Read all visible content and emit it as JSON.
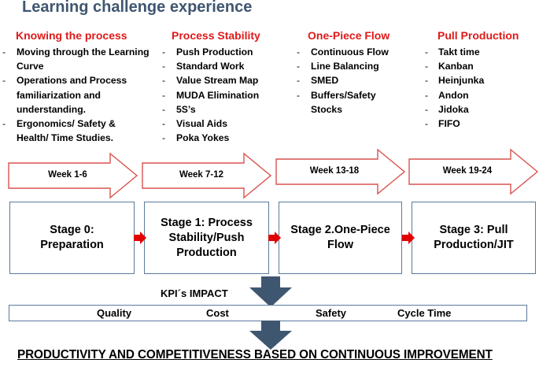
{
  "title": "Learning challenge experience",
  "columns": [
    {
      "heading": "Knowing the process",
      "items": [
        "Moving through the Learning Curve",
        "Operations and Process familiarization and understanding.",
        "Ergonomics/ Safety & Health/ Time Studies."
      ]
    },
    {
      "heading": "Process Stability",
      "items": [
        "Push Production",
        "Standard Work",
        "Value Stream Map",
        "MUDA Elimination",
        "5S’s",
        "Visual Aids",
        "Poka Yokes"
      ]
    },
    {
      "heading": "One-Piece Flow",
      "items": [
        "Continuous Flow",
        "Line Balancing",
        "SMED",
        "Buffers/Safety Stocks"
      ]
    },
    {
      "heading": "Pull Production",
      "items": [
        "Takt time",
        "Kanban",
        "Heinjunka",
        "Andon",
        "Jidoka",
        "FIFO"
      ]
    }
  ],
  "weeks": [
    "Week 1-6",
    "Week 7-12",
    "Week 13-18",
    "Week 19-24"
  ],
  "stages": [
    "Stage 0: Preparation",
    "Stage 1: Process Stability/Push Production",
    "Stage 2.One-Piece Flow",
    "Stage 3: Pull Production/JIT"
  ],
  "kpi": {
    "label": "KPI´s IMPACT",
    "items": [
      "Quality",
      "Cost",
      "Safety",
      "Cycle Time"
    ]
  },
  "footer": "PRODUCTIVITY AND  COMPETITIVENESS BASED ON CONTINUOUS IMPROVEMENT",
  "colors": {
    "title": "#3f5670",
    "heading_red": "#e01a1a",
    "arrow_stroke": "#d9534f",
    "stage_border": "#5a7a9e",
    "down_arrow": "#3f5670"
  }
}
